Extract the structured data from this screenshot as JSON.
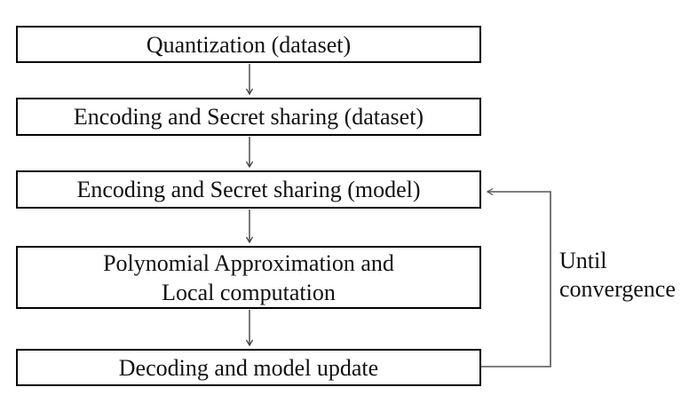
{
  "diagram": {
    "boxes": [
      {
        "id": "quantization",
        "label": "Quantization (dataset)"
      },
      {
        "id": "encoding-dataset",
        "label": "Encoding and Secret sharing (dataset)"
      },
      {
        "id": "encoding-model",
        "label": "Encoding and Secret sharing (model)"
      },
      {
        "id": "polynomial-local",
        "label": "Polynomial Approximation and\nLocal computation"
      },
      {
        "id": "decoding-update",
        "label": "Decoding and model update"
      }
    ],
    "loop_label": "Until\nconvergence",
    "colors": {
      "background": "#ffffff",
      "box_border": "#000000",
      "text": "#111111",
      "arrow": "#404040",
      "loop_line": "#555555"
    }
  }
}
